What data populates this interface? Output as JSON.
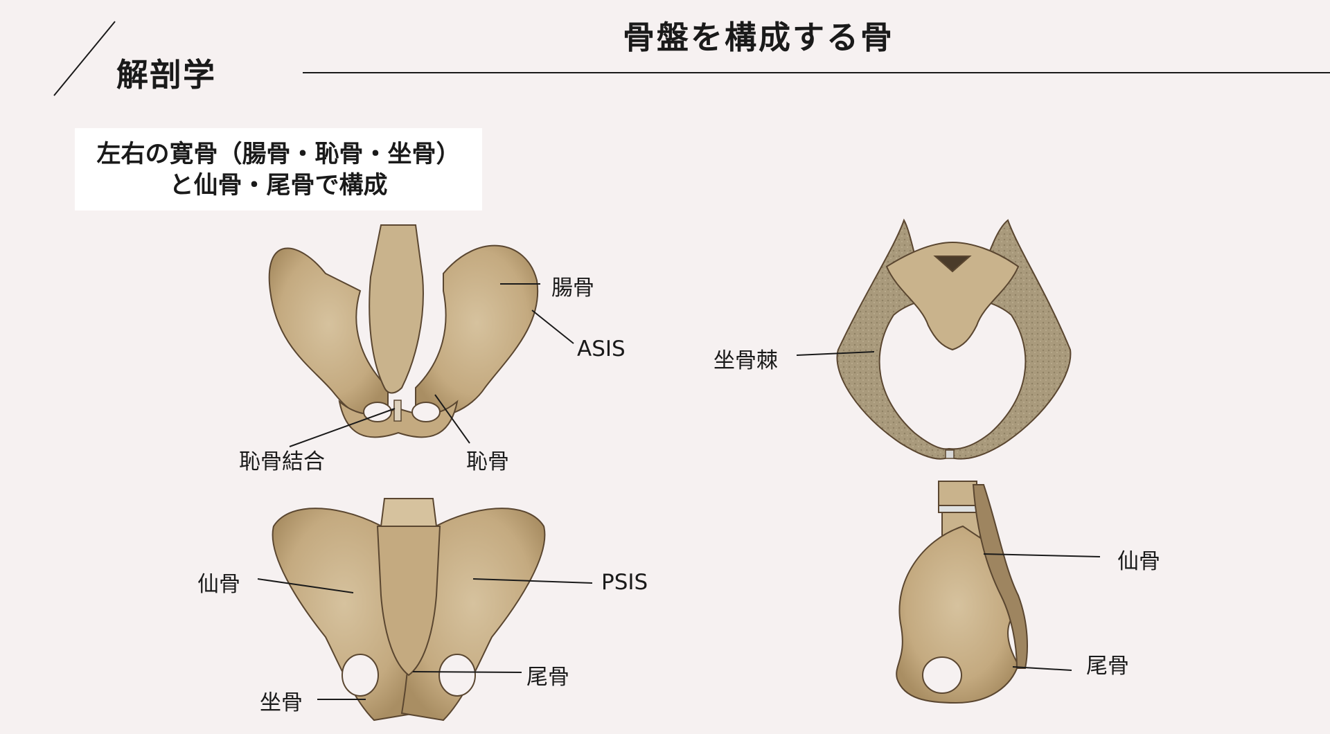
{
  "header": {
    "section": "解剖学",
    "title": "骨盤を構成する骨"
  },
  "note": {
    "line1": "左右の寛骨（腸骨・恥骨・坐骨）",
    "line2": "と仙骨・尾骨で構成"
  },
  "labels": {
    "ilium": "腸骨",
    "asis": "ASIS",
    "pubic_symphysis": "恥骨結合",
    "pubis": "恥骨",
    "ischial_spine": "坐骨棘",
    "sacrum_posterior": "仙骨",
    "psis": "PSIS",
    "coccyx_posterior": "尾骨",
    "ischium": "坐骨",
    "sacrum_lateral": "仙骨",
    "coccyx_lateral": "尾骨"
  },
  "colors": {
    "bone": "#c8b08a",
    "bone_shadow": "#a98e63",
    "bone_outline": "#5a4630",
    "background": "#f6f1f1"
  }
}
